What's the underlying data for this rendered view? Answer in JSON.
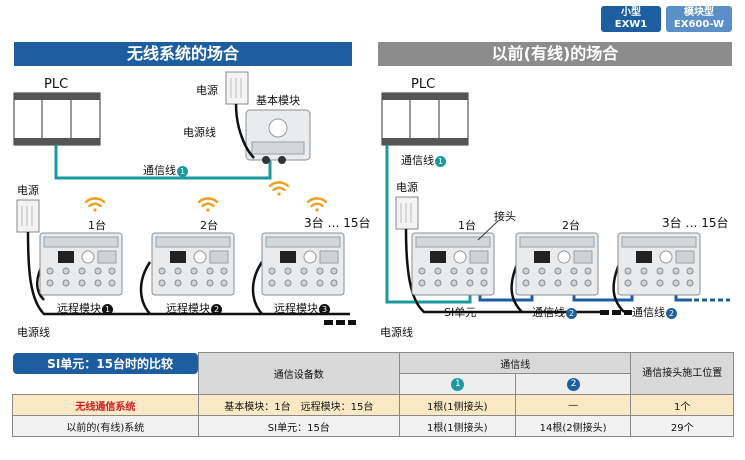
{
  "badges": {
    "small": {
      "line1": "小型",
      "line2": "EXW1"
    },
    "module": {
      "line1": "模块型",
      "line2": "EX600-W"
    }
  },
  "left": {
    "title": "无线系统的场合",
    "plc": "PLC",
    "power_top": "电源",
    "base_module": "基本模块",
    "power_line_top": "电源线",
    "comm_line": "通信线",
    "power_left": "电源",
    "units": [
      "1台",
      "2台",
      "3台 … 15台"
    ],
    "remote_module": "远程模块",
    "power_line_bottom": "电源线"
  },
  "right": {
    "title": "以前(有线)的场合",
    "plc": "PLC",
    "comm_line": "通信线",
    "power": "电源",
    "connector": "接头",
    "units": [
      "1台",
      "2台",
      "3台 … 15台"
    ],
    "si_unit": "SI单元",
    "comm_line_b": "通信线",
    "power_line": "电源线"
  },
  "table": {
    "title": "SI单元：15台时的比较",
    "header_devices": "通信设备数",
    "header_comm": "通信线",
    "header_comm_1": "1",
    "header_comm_2": "2",
    "header_pos": "通信接头施工位置",
    "rows": [
      {
        "name": "无线通信系统",
        "devices": "基本模块：1台　远程模块：15台",
        "c1": "1根(1侧接头)",
        "c2": "—",
        "pos": "1个"
      },
      {
        "name": "以前的(有线)系统",
        "devices": "SI单元：15台",
        "c1": "1根(1侧接头)",
        "c2": "14根(2侧接头)",
        "pos": "29个"
      }
    ]
  },
  "colors": {
    "blue": "#1d5ea0",
    "gray": "#8c8c8c",
    "teal": "#1a9aa0",
    "orange": "#f0a020",
    "row1": "#fbe9c5"
  }
}
